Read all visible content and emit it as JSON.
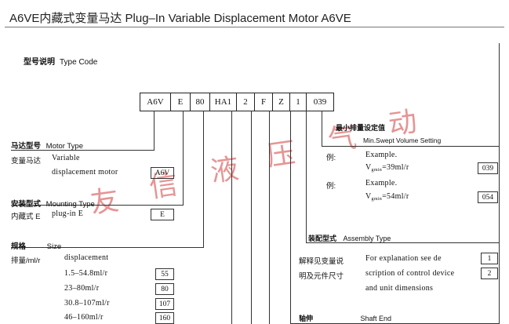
{
  "title": "A6VE内藏式变量马达 Plug–In Variable Displacement Motor A6VE",
  "section": {
    "cn": "型号说明",
    "en": "Type Code"
  },
  "code_cells": [
    "A6V",
    "E",
    "80",
    "HA1",
    "2",
    "F",
    "Z",
    "1",
    "039"
  ],
  "motor_type": {
    "heading_cn": "马达型号",
    "heading_en": "Motor Type",
    "line1_cn": "变量马达",
    "line1_en": "Variable",
    "line2_en": "displacement motor",
    "code": "A6V"
  },
  "mounting": {
    "heading_cn": "安装型式",
    "heading_en": "Mounting Type",
    "line1_cn": "内藏式 E",
    "line1_en": "plug-in  E",
    "code": "E"
  },
  "size": {
    "heading_cn": "规格",
    "heading_en": "Size",
    "line1_cn": "排量/ml/r",
    "line1_en": "displacement",
    "rows": [
      {
        "label": "1.5–54.8ml/r",
        "code": "55"
      },
      {
        "label": "23–80ml/r",
        "code": "80"
      },
      {
        "label": "30.8–107ml/r",
        "code": "107"
      },
      {
        "label": "46–160ml/r",
        "code": "160"
      }
    ]
  },
  "min_volume": {
    "heading_cn": "最小排量设定值",
    "heading_en": "Min.Swept Volume Setting",
    "ex1_cn": "例:",
    "ex1_en": "Example.",
    "ex1_v": "V",
    "ex1_sub": "gmin",
    "ex1_val": "=39ml/r",
    "ex1_code": "039",
    "ex2_cn": "例:",
    "ex2_en": "Example.",
    "ex2_v": "V",
    "ex2_sub": "gmin",
    "ex2_val": "=54ml/r",
    "ex2_code": "054"
  },
  "assembly": {
    "heading_cn": "装配型式",
    "heading_en": "Assembly Type",
    "line1_cn": "解释见变量说",
    "line1_en": "For explanation see de",
    "code1": "1",
    "line2_cn": "明及元件尺寸",
    "line2_en": "scription of control device",
    "code2": "2",
    "line3_en": "and unit dimensions"
  },
  "shaft": {
    "heading_cn": "轴伸",
    "heading_en": "Shaft End"
  },
  "watermark": [
    "友",
    "信",
    "液",
    "压",
    "气",
    "动"
  ]
}
